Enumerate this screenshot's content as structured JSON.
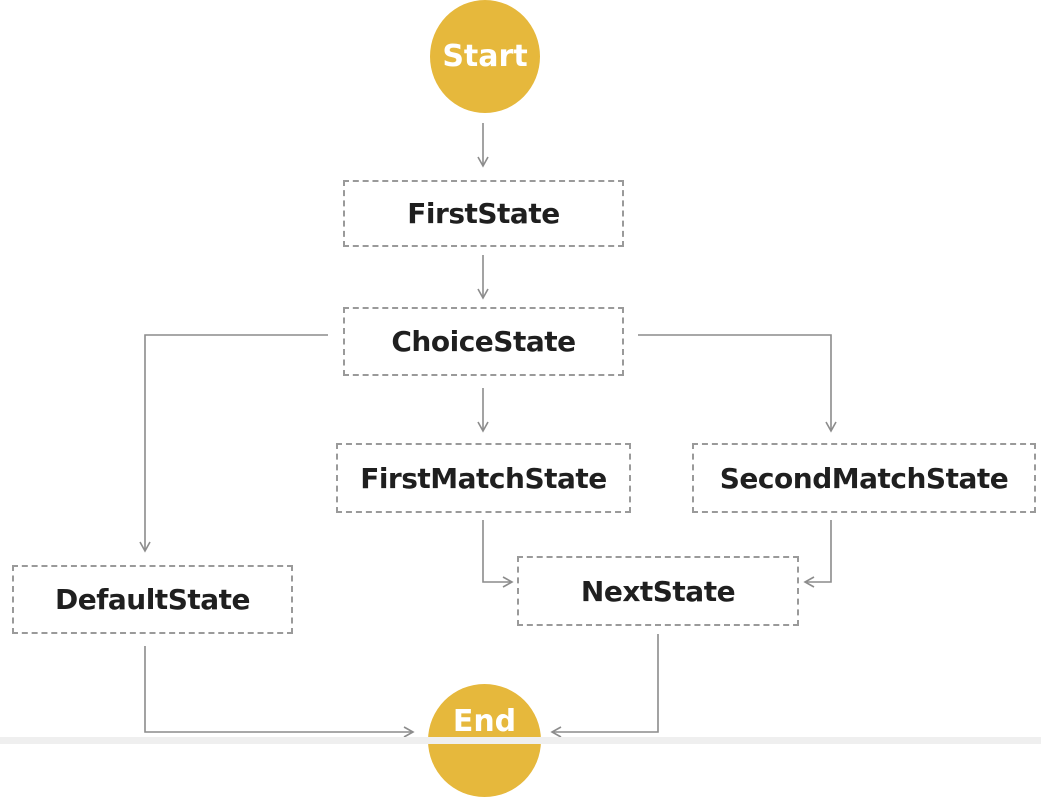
{
  "diagram": {
    "terminals": {
      "start": "Start",
      "end": "End"
    },
    "states": {
      "first": "FirstState",
      "choice": "ChoiceState",
      "first_match": "FirstMatchState",
      "second_match": "SecondMatchState",
      "default": "DefaultState",
      "next": "NextState"
    },
    "colors": {
      "terminal_fill": "#e6b83c",
      "terminal_text": "#ffffff",
      "node_border": "#9a9a9a",
      "edge": "#8c8c8c",
      "node_text": "#1f1f1f"
    }
  }
}
